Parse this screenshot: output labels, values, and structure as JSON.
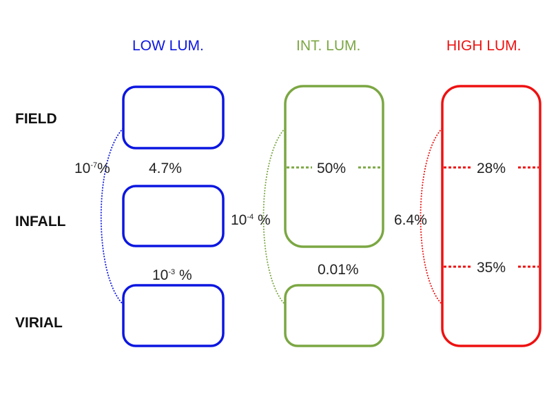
{
  "colors": {
    "low": "#0b16e0",
    "int": "#7ba743",
    "high": "#ee1111",
    "text": "#1a1a1a"
  },
  "headers": {
    "low": "LOW LUM.",
    "int": "INT. LUM.",
    "high": "HIGH LUM."
  },
  "rows": {
    "field": "FIELD",
    "infall": "INFALL",
    "virial": "VIRIAL"
  },
  "values": {
    "low_field_virial": {
      "base": "10",
      "exp": "-7",
      "unit": "%"
    },
    "low_field_infall": "4.7%",
    "low_infall_virial": {
      "base": "10",
      "exp": "-3",
      "unit": " %"
    },
    "int_field_virial": {
      "base": "10",
      "exp": "-4",
      "unit": " %"
    },
    "int_upper": "50%",
    "int_lower": "0.01%",
    "high_field_virial": "6.4%",
    "high_upper": "28%",
    "high_lower": "35%"
  }
}
